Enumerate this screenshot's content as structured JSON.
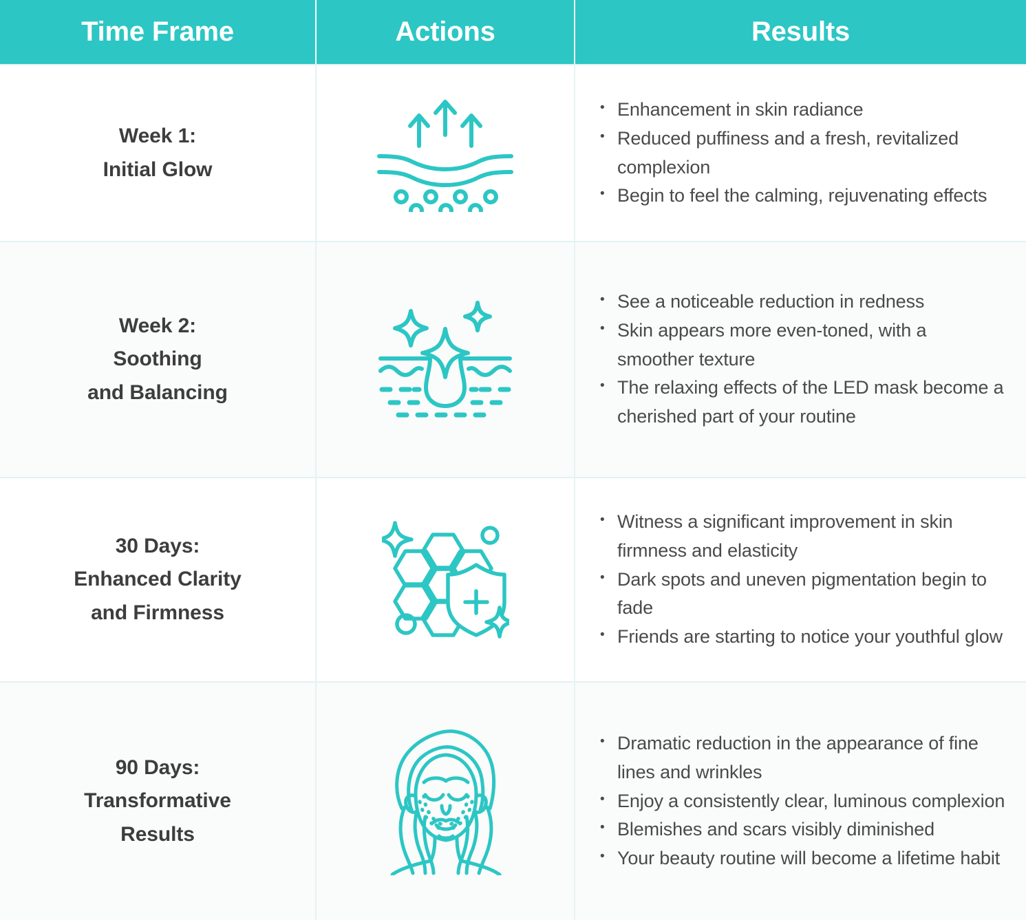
{
  "header": {
    "columns": [
      {
        "label": "Time Frame",
        "name": "time-frame"
      },
      {
        "label": "Actions",
        "name": "actions"
      },
      {
        "label": "Results",
        "name": "results"
      }
    ]
  },
  "colors": {
    "header_bg": "#2cc6c4",
    "header_text": "#ffffff",
    "icon_stroke": "#2cc6c4",
    "title_text": "#3d3d3d",
    "body_text": "#4a4a4a",
    "row_alt_bg": "#fafbfb",
    "divider": "#e6f3f3"
  },
  "rows": [
    {
      "time_frame": "Week 1:\nInitial Glow",
      "icon": "skin-absorption-arrows-icon",
      "results": [
        "Enhancement in skin radiance",
        "Reduced puffiness and a fresh, revitalized complexion",
        "Begin to feel the calming, rejuvenating effects"
      ]
    },
    {
      "time_frame": "Week 2:\nSoothing\nand Balancing",
      "icon": "pore-sparkle-icon",
      "results": [
        "See a noticeable reduction in redness",
        "Skin appears more even-toned, with a smoother texture",
        "The relaxing effects of the LED mask become a cherished part of your routine"
      ]
    },
    {
      "time_frame": "30 Days:\nEnhanced Clarity\nand Firmness",
      "icon": "honeycomb-shield-icon",
      "results": [
        "Witness a significant improvement in skin firmness and elasticity",
        "Dark spots and uneven pigmentation begin to fade",
        "Friends are starting to notice your youthful glow"
      ]
    },
    {
      "time_frame": "90 Days:\nTransformative\nResults",
      "icon": "woman-face-icon",
      "results": [
        "Dramatic reduction in the appearance of fine lines and wrinkles",
        "Enjoy a consistently clear, luminous complexion",
        "Blemishes and scars visibly diminished",
        "Your beauty routine will become a lifetime habit"
      ]
    }
  ]
}
